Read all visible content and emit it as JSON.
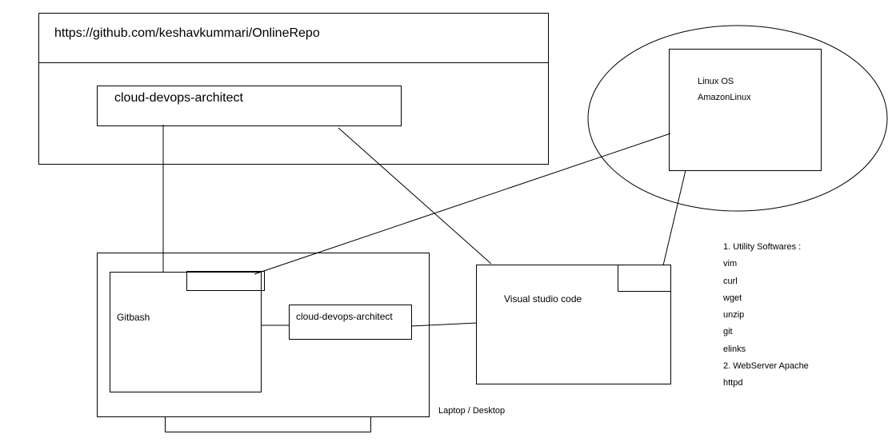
{
  "repo": {
    "url": "https://github.com/keshavkummari/OnlineRepo",
    "project": "cloud-devops-architect"
  },
  "cloud": {
    "os_line1": "Linux OS",
    "os_line2": "AmazonLinux"
  },
  "laptop": {
    "label": "Laptop / Desktop",
    "terminal": "Gitbash",
    "local_folder": "cloud-devops-architect",
    "editor": "Visual studio code"
  },
  "notes": [
    "1. Utility Softwares :",
    "vim",
    "curl",
    "wget",
    "unzip",
    "git",
    "elinks",
    "2. WebServer Apache",
    "httpd"
  ]
}
